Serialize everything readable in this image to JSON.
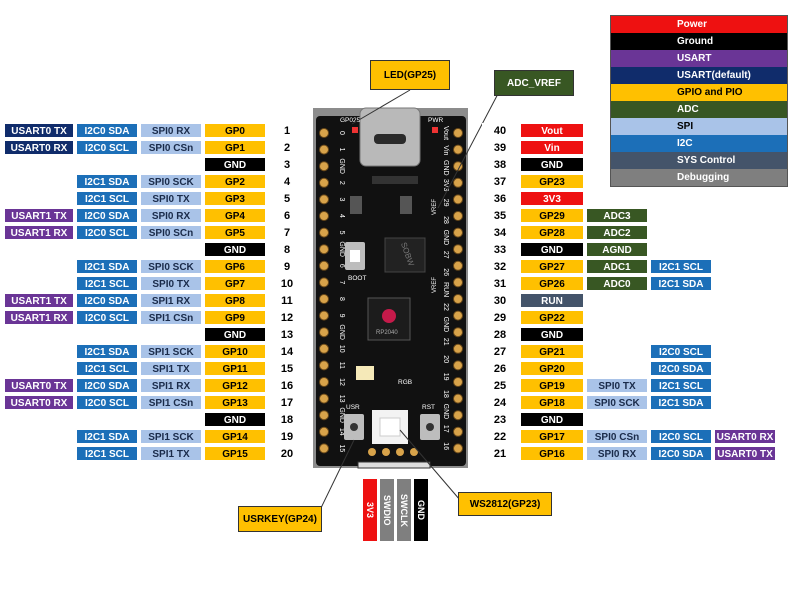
{
  "colors": {
    "power": "#ee1111",
    "ground": "#000000",
    "usart": "#6a3596",
    "usart_default": "#102c6b",
    "gpio": "#ffc000",
    "adc": "#385723",
    "spi": "#a9c3e8",
    "i2c": "#1c6fb8",
    "sys": "#44546a",
    "debug": "#7f7f7f",
    "board": "#111111",
    "pin": "#d8a34a"
  },
  "legend": [
    {
      "label": "Power",
      "color": "power"
    },
    {
      "label": "Ground",
      "color": "ground"
    },
    {
      "label": "USART",
      "color": "usart"
    },
    {
      "label": "USART(default)",
      "color": "usart_default"
    },
    {
      "label": "GPIO and PIO",
      "color": "gpio"
    },
    {
      "label": "ADC",
      "color": "adc"
    },
    {
      "label": "SPI",
      "color": "spi"
    },
    {
      "label": "I2C",
      "color": "i2c"
    },
    {
      "label": "SYS Control",
      "color": "sys"
    },
    {
      "label": "Debugging",
      "color": "debug"
    }
  ],
  "left_rows": [
    {
      "num": "1",
      "gp": "GP0",
      "spi": "SPI0 RX",
      "i2c": "I2C0 SDA",
      "usart": "USART0 TX",
      "usart_type": "usart_default"
    },
    {
      "num": "2",
      "gp": "GP1",
      "spi": "SPI0 CSn",
      "i2c": "I2C0 SCL",
      "usart": "USART0 RX",
      "usart_type": "usart_default"
    },
    {
      "num": "3",
      "gp": "GND"
    },
    {
      "num": "4",
      "gp": "GP2",
      "spi": "SPI0 SCK",
      "i2c": "I2C1 SDA"
    },
    {
      "num": "5",
      "gp": "GP3",
      "spi": "SPI0 TX",
      "i2c": "I2C1 SCL"
    },
    {
      "num": "6",
      "gp": "GP4",
      "spi": "SPI0 RX",
      "i2c": "I2C0 SDA",
      "usart": "USART1 TX",
      "usart_type": "usart"
    },
    {
      "num": "7",
      "gp": "GP5",
      "spi": "SPI0 SCn",
      "i2c": "I2C0 SCL",
      "usart": "USART1 RX",
      "usart_type": "usart"
    },
    {
      "num": "8",
      "gp": "GND"
    },
    {
      "num": "9",
      "gp": "GP6",
      "spi": "SPI0 SCK",
      "i2c": "I2C1 SDA"
    },
    {
      "num": "10",
      "gp": "GP7",
      "spi": "SPI0 TX",
      "i2c": "I2C1 SCL"
    },
    {
      "num": "11",
      "gp": "GP8",
      "spi": "SPI1 RX",
      "i2c": "I2C0 SDA",
      "usart": "USART1 TX",
      "usart_type": "usart"
    },
    {
      "num": "12",
      "gp": "GP9",
      "spi": "SPI1 CSn",
      "i2c": "I2C0 SCL",
      "usart": "USART1 RX",
      "usart_type": "usart"
    },
    {
      "num": "13",
      "gp": "GND"
    },
    {
      "num": "14",
      "gp": "GP10",
      "spi": "SPI1 SCK",
      "i2c": "I2C1 SDA"
    },
    {
      "num": "15",
      "gp": "GP11",
      "spi": "SPI1 TX",
      "i2c": "I2C1 SCL"
    },
    {
      "num": "16",
      "gp": "GP12",
      "spi": "SPI1 RX",
      "i2c": "I2C0 SDA",
      "usart": "USART0 TX",
      "usart_type": "usart"
    },
    {
      "num": "17",
      "gp": "GP13",
      "spi": "SPI1 CSn",
      "i2c": "I2C0 SCL",
      "usart": "USART0 RX",
      "usart_type": "usart"
    },
    {
      "num": "18",
      "gp": "GND"
    },
    {
      "num": "19",
      "gp": "GP14",
      "spi": "SPI1 SCK",
      "i2c": "I2C1 SDA"
    },
    {
      "num": "20",
      "gp": "GP15",
      "spi": "SPI1 TX",
      "i2c": "I2C1 SCL"
    }
  ],
  "right_rows": [
    {
      "num": "40",
      "gp": "Vout",
      "gp_type": "power"
    },
    {
      "num": "39",
      "gp": "Vin",
      "gp_type": "power"
    },
    {
      "num": "38",
      "gp": "GND",
      "gp_type": "ground"
    },
    {
      "num": "37",
      "gp": "GP23",
      "gp_type": "gpio"
    },
    {
      "num": "36",
      "gp": "3V3",
      "gp_type": "power"
    },
    {
      "num": "35",
      "gp": "GP29",
      "gp_type": "gpio",
      "adc": "ADC3"
    },
    {
      "num": "34",
      "gp": "GP28",
      "gp_type": "gpio",
      "adc": "ADC2"
    },
    {
      "num": "33",
      "gp": "GND",
      "gp_type": "ground",
      "adc": "AGND"
    },
    {
      "num": "32",
      "gp": "GP27",
      "gp_type": "gpio",
      "adc": "ADC1",
      "i2c": "I2C1 SCL"
    },
    {
      "num": "31",
      "gp": "GP26",
      "gp_type": "gpio",
      "adc": "ADC0",
      "i2c": "I2C1 SDA"
    },
    {
      "num": "30",
      "gp": "RUN",
      "gp_type": "sys"
    },
    {
      "num": "29",
      "gp": "GP22",
      "gp_type": "gpio"
    },
    {
      "num": "28",
      "gp": "GND",
      "gp_type": "ground"
    },
    {
      "num": "27",
      "gp": "GP21",
      "gp_type": "gpio",
      "i2c": "I2C0 SCL"
    },
    {
      "num": "26",
      "gp": "GP20",
      "gp_type": "gpio",
      "i2c": "I2C0 SDA"
    },
    {
      "num": "25",
      "gp": "GP19",
      "gp_type": "gpio",
      "spi": "SPI0 TX",
      "i2c": "I2C1 SCL"
    },
    {
      "num": "24",
      "gp": "GP18",
      "gp_type": "gpio",
      "spi": "SPI0 SCK",
      "i2c": "I2C1 SDA"
    },
    {
      "num": "23",
      "gp": "GND",
      "gp_type": "ground"
    },
    {
      "num": "22",
      "gp": "GP17",
      "gp_type": "gpio",
      "spi": "SPI0 CSn",
      "i2c": "I2C0 SCL",
      "usart": "USART0 RX"
    },
    {
      "num": "21",
      "gp": "GP16",
      "gp_type": "gpio",
      "spi": "SPI0 RX",
      "i2c": "I2C0 SDA",
      "usart": "USART0 TX"
    }
  ],
  "board": {
    "left_silk": [
      "0",
      "1",
      "GND",
      "2",
      "3",
      "4",
      "5",
      "GND",
      "6",
      "7",
      "8",
      "9",
      "GND",
      "10",
      "11",
      "12",
      "13",
      "GND",
      "14",
      "15"
    ],
    "right_silk": [
      "Vout",
      "Vin",
      "GND",
      "3V3",
      "29",
      "28",
      "GND",
      "27",
      "26",
      "RUN",
      "22",
      "GND",
      "21",
      "20",
      "19",
      "18",
      "GND",
      "17",
      "16"
    ],
    "gp25_label": "GP025",
    "pwr_label": "PWR",
    "boot_label": "BOOT",
    "usr_label": "USR",
    "rst_label": "RST",
    "rgb_label": "RGB",
    "chip_label": "RP2040",
    "flash_label": "SOBW",
    "vref_label": "VREF",
    "vref_label2": "VREF"
  },
  "callouts": {
    "led": "LED(GP25)",
    "adc_vref": "ADC_VREF",
    "usrkey": "USRKEY(GP24)",
    "ws2812": "WS2812(GP23)"
  },
  "debug_pins": [
    {
      "label": "3V3",
      "color": "power"
    },
    {
      "label": "SWDIO",
      "color": "debug"
    },
    {
      "label": "SWCLK",
      "color": "debug"
    },
    {
      "label": "GND",
      "color": "ground"
    }
  ]
}
